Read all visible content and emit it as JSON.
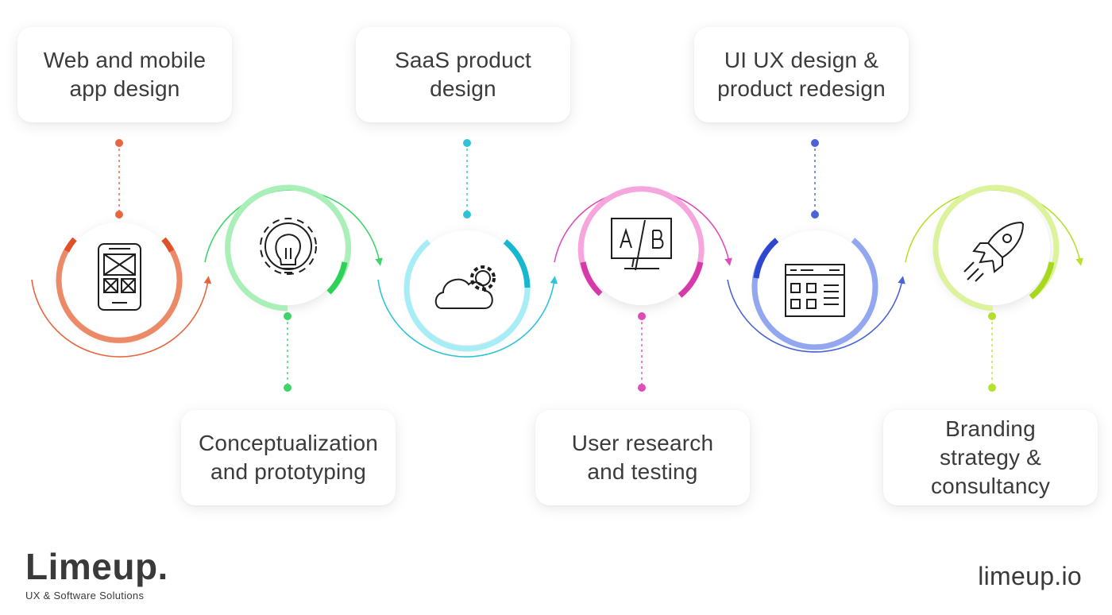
{
  "steps": [
    {
      "label": "Web and mobile\napp design",
      "icon": "mobile-wireframe-icon",
      "color": "#e8663f"
    },
    {
      "label": "Conceptualization\nand prototyping",
      "icon": "gear-lightbulb-icon",
      "color": "#3fd46a"
    },
    {
      "label": "SaaS product\ndesign",
      "icon": "cloud-gear-icon",
      "color": "#2ec4d8"
    },
    {
      "label": "User research\nand testing",
      "icon": "ab-test-monitor-icon",
      "color": "#e04cb8"
    },
    {
      "label": "UI UX design &\nproduct redesign",
      "icon": "dashboard-window-icon",
      "color": "#4a63d8"
    },
    {
      "label": "Branding\nstrategy &\nconsultancy",
      "icon": "rocket-icon",
      "color": "#b6e02e"
    }
  ],
  "brand": {
    "name": "Limeup.",
    "tagline": "UX & Software Solutions",
    "site": "limeup.io"
  }
}
